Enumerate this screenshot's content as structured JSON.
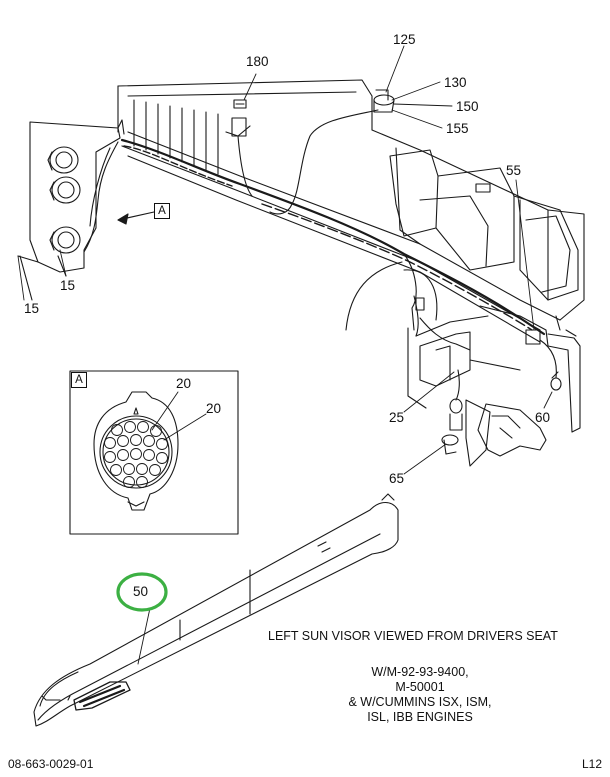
{
  "callouts": {
    "c180": "180",
    "c125": "125",
    "c130": "130",
    "c150": "150",
    "c155": "155",
    "c55": "55",
    "c15a": "15",
    "c15b": "15",
    "c20a": "20",
    "c20b": "20",
    "c25": "25",
    "c60": "60",
    "c65": "65",
    "c50": "50"
  },
  "view_marker": "A",
  "detail_marker": "A",
  "notes": {
    "sun_visor": "LEFT SUN VISOR VIEWED FROM DRIVERS SEAT",
    "applicability": [
      "W/M-92-93-9400,",
      "M-50001",
      "& W/CUMMINS ISX, ISM,",
      "ISL, IBB ENGINES"
    ]
  },
  "footer": {
    "part_number": "08-663-0029-01",
    "page_code": "L12"
  },
  "colors": {
    "line": "#1a1a1a",
    "highlight_circle": "#3cb043"
  }
}
